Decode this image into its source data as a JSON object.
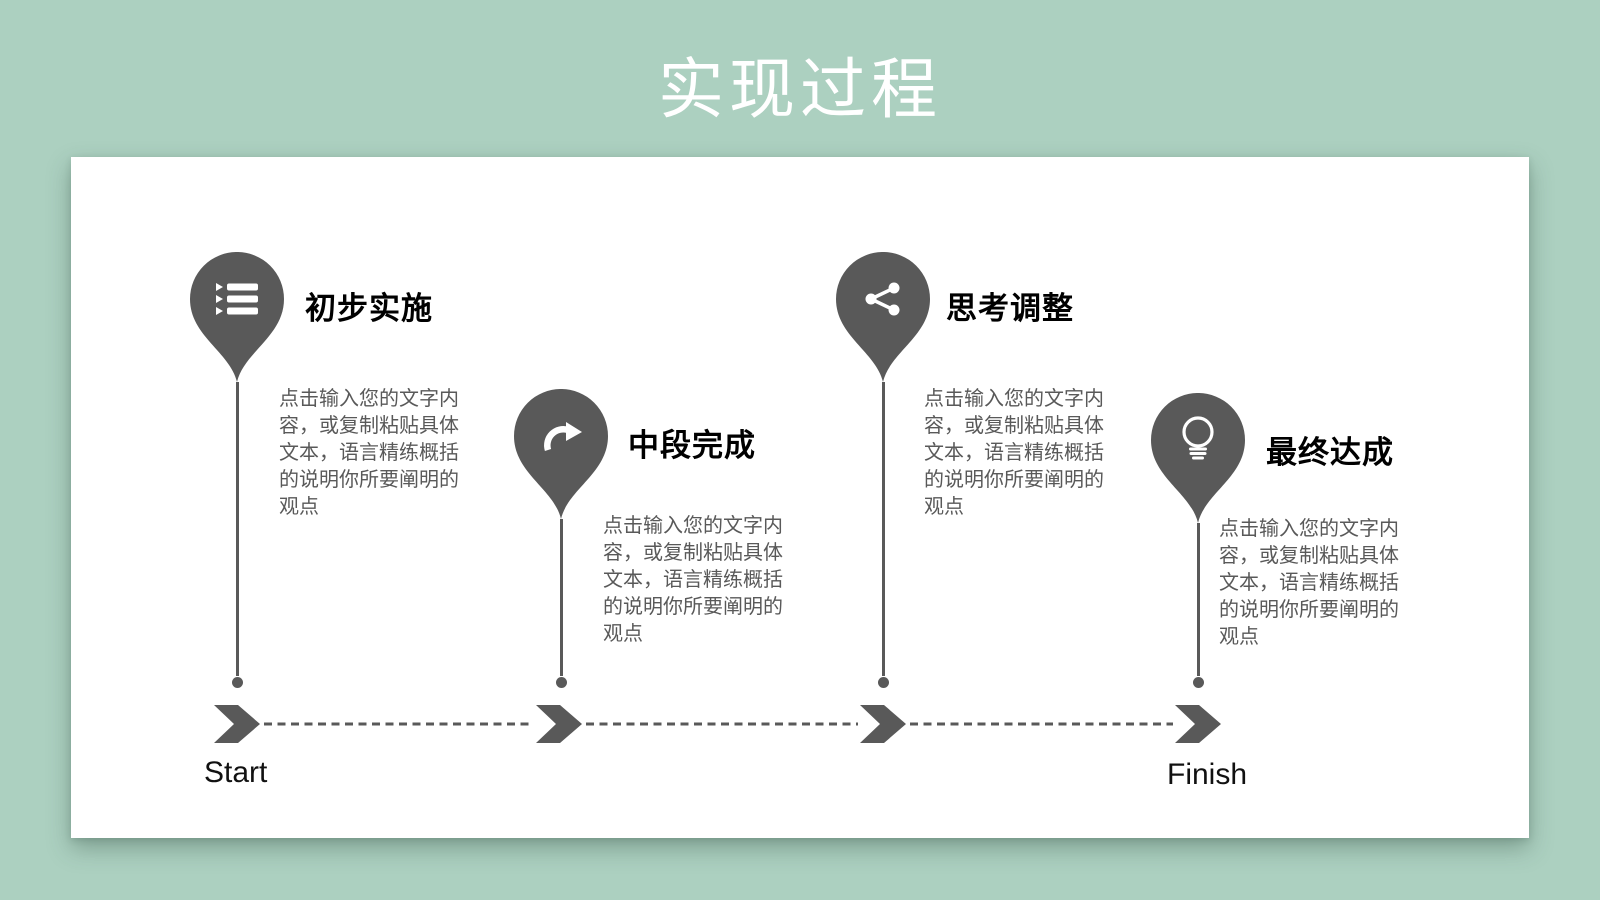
{
  "slide": {
    "title": "实现过程",
    "start_label": "Start",
    "finish_label": "Finish"
  },
  "milestones": [
    {
      "icon": "list-icon",
      "title": "初步实施",
      "body": "点击输入您的文字内容，或复制粘贴具体文本，语言精练概括的说明你所要阐明的观点"
    },
    {
      "icon": "curved-arrow-icon",
      "title": "中段完成",
      "body": "点击输入您的文字内容，或复制粘贴具体文本，语言精练概括的说明你所要阐明的观点"
    },
    {
      "icon": "share-icon",
      "title": "思考调整",
      "body": "点击输入您的文字内容，或复制粘贴具体文本，语言精练概括的说明你所要阐明的观点"
    },
    {
      "icon": "lightbulb-icon",
      "title": "最终达成",
      "body": "点击输入您的文字内容，或复制粘贴具体文本，语言精练概括的说明你所要阐明的观点"
    }
  ],
  "colors": {
    "background": "#acd0c0",
    "card": "#ffffff",
    "pin": "#595959",
    "body_text": "#595959",
    "milestone_title": "#000000",
    "title_text": "#ffffff",
    "label_text": "#111111"
  }
}
